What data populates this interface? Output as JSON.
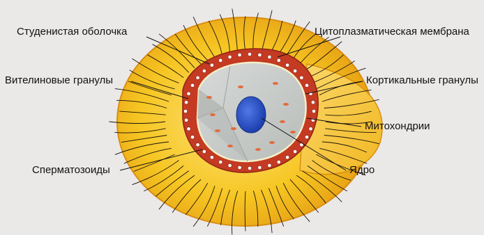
{
  "labels": {
    "jelly_coat": "Студенистая оболочка",
    "cyto_membrane": "Цитоплазматическая мембрана",
    "vitelline": "Вителиновые гранулы",
    "cortical": "Кортикальные гранулы",
    "mitochondria": "Митохондрии",
    "sperm": "Сперматозоиды",
    "nucleus": "Ядро"
  },
  "colors": {
    "jelly": "#f2c01a",
    "jelly_edge": "#e19a10",
    "red_layer": "#c43a22",
    "cytoplasm": "#c6cac7",
    "nucleus": "#2a52c8",
    "mito": "#e46a3c"
  }
}
